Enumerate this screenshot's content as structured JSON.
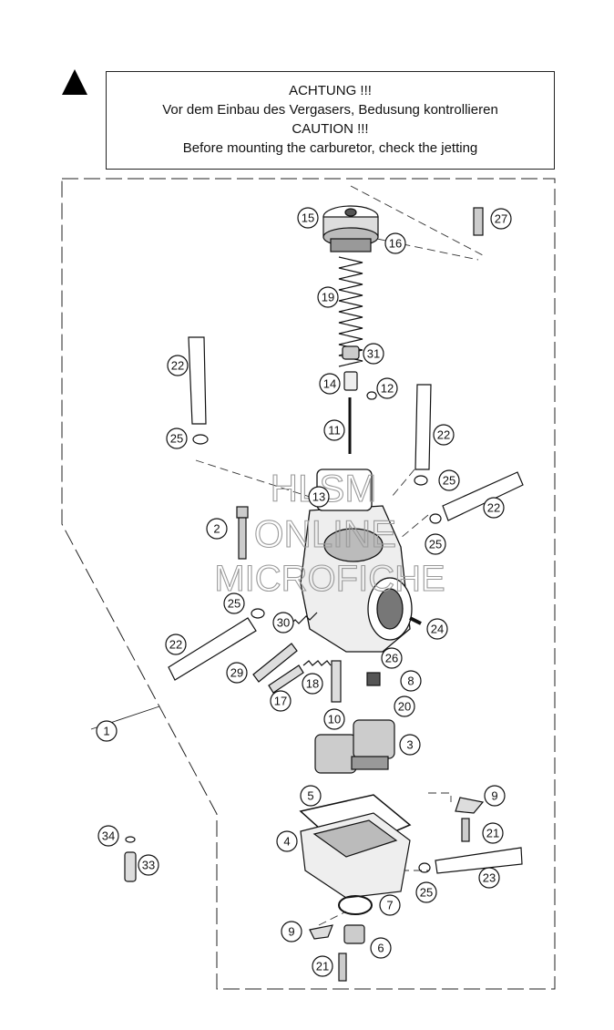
{
  "warning": {
    "icon": "warning-triangle-icon",
    "line1": "ACHTUNG !!!",
    "line2": "Vor dem Einbau des Vergasers, Bedusung kontrollieren",
    "line3": "CAUTION !!!",
    "line4": "Before mounting the carburetor, check the jetting"
  },
  "watermark": {
    "line1": "HLSM",
    "line2": "ONLINE",
    "line3": "MICROFICHE"
  },
  "callouts": {
    "c1": "1",
    "c2": "2",
    "c3": "3",
    "c4": "4",
    "c5": "5",
    "c6": "6",
    "c7": "7",
    "c8": "8",
    "c9a": "9",
    "c9b": "9",
    "c10": "10",
    "c11": "11",
    "c12": "12",
    "c13": "13",
    "c14": "14",
    "c15": "15",
    "c16": "16",
    "c17": "17",
    "c18": "18",
    "c19": "19",
    "c20": "20",
    "c21a": "21",
    "c21b": "21",
    "c22a": "22",
    "c22b": "22",
    "c22c": "22",
    "c22d": "22",
    "c23": "23",
    "c24": "24",
    "c25a": "25",
    "c25b": "25",
    "c25c": "25",
    "c25d": "25",
    "c25e": "25",
    "c26": "26",
    "c27": "27",
    "c29": "29",
    "c30": "30",
    "c31": "31",
    "c33": "33",
    "c34": "34"
  }
}
